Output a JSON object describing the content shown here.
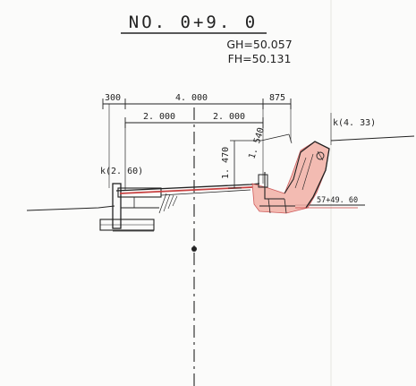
{
  "section": {
    "number": "NO. 0+9. 0",
    "gh": "GH=50.057",
    "fh": "FH=50.131"
  },
  "dimensions": {
    "left_offset": "300",
    "total_width": "4. 000",
    "right_offset": "875",
    "half_left": "2. 000",
    "half_right": "2. 000",
    "height_vertical": "1. 470",
    "height_slope": "1. 540"
  },
  "annotations": {
    "left_point": "k(2. 60)",
    "right_point": "k(4. 33)",
    "elevation_mark": "57+49. 60"
  },
  "colors": {
    "ink": "#222222",
    "red_line": "#c84040",
    "red_fill": "#f2b0a6",
    "paper": "#fbfbfa"
  }
}
